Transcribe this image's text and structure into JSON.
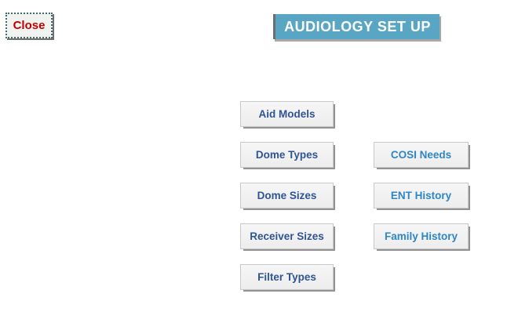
{
  "window": {
    "background_color": "#FFFFFF"
  },
  "toolbar": {
    "close_label": "Close",
    "close_text_color": "#C00000"
  },
  "header": {
    "title": "AUDIOLOGY SET UP",
    "bg_color": "#58A6C4",
    "text_color": "#FFFFFF"
  },
  "buttons": {
    "face_color": "#F1F1F1",
    "shadow_color": "#929292",
    "left_text_color": "#2F5496",
    "right_text_color": "#2E86C5",
    "left": [
      {
        "label": "Aid Models"
      },
      {
        "label": "Dome Types"
      },
      {
        "label": "Dome Sizes"
      },
      {
        "label": "Receiver Sizes"
      },
      {
        "label": "Filter Types"
      }
    ],
    "right": [
      {
        "label": "COSI Needs"
      },
      {
        "label": "ENT History"
      },
      {
        "label": "Family History"
      }
    ]
  }
}
